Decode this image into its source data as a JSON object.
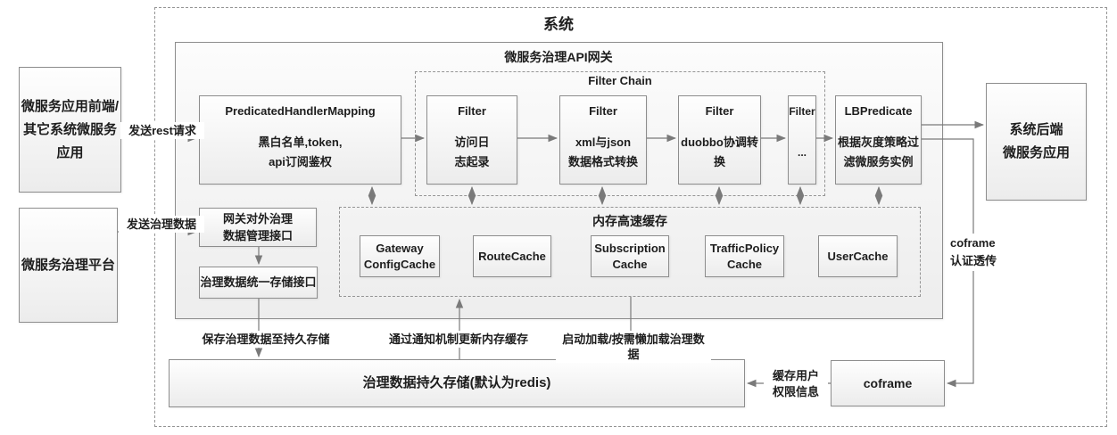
{
  "titles": {
    "system": "系统",
    "gateway": "微服务治理API网关",
    "filter_chain": "Filter Chain",
    "cache": "内存高速缓存"
  },
  "nodes": {
    "frontend_app": {
      "line1": "微服务应用前端/",
      "line2": "其它系统微服务",
      "line3": "应用"
    },
    "governance_platform": {
      "label": "微服务治理平台"
    },
    "backend_app": {
      "line1": "系统后端",
      "line2": "微服务应用"
    },
    "predicated_handler_mapping": {
      "title": "PredicatedHandlerMapping",
      "line1": "黑白名单,token,",
      "line2": "api订阅鉴权"
    },
    "filter1": {
      "title": "Filter",
      "line1": "访问日",
      "line2": "志起录"
    },
    "filter2": {
      "title": "Filter",
      "line1": "xml与json",
      "line2": "数据格式转换"
    },
    "filter3": {
      "title": "Filter",
      "line1": "duobbo协调转",
      "line2": "换"
    },
    "filter4": {
      "title": "Filter",
      "line1": "..."
    },
    "lb_predicate": {
      "title": "LBPredicate",
      "line1": "根据灰度策略过",
      "line2": "滤微服务实例"
    },
    "gateway_admin_api": {
      "line1": "网关对外治理",
      "line2": "数据管理接口"
    },
    "storage_api": {
      "label": "治理数据统一存储接口"
    },
    "cache_gateway_config": {
      "line1": "Gateway",
      "line2": "ConfigCache"
    },
    "cache_route": {
      "label": "RouteCache"
    },
    "cache_subscription": {
      "line1": "Subscription",
      "line2": "Cache"
    },
    "cache_traffic_policy": {
      "line1": "TrafficPolicy",
      "line2": "Cache"
    },
    "cache_user": {
      "label": "UserCache"
    },
    "persistent_storage": {
      "label": "治理数据持久存储(默认为redis)"
    },
    "coframe": {
      "label": "coframe"
    }
  },
  "edge_labels": {
    "send_rest": "发送rest请求",
    "send_governance_data": "发送治理数据",
    "save_to_storage": "保存治理数据至持久存储",
    "notify_update_cache": "通过通知机制更新内存缓存",
    "load_on_start": "启动加载/按需懒加载治理数据",
    "coframe_auth_line1": "coframe",
    "coframe_auth_line2": "认证透传",
    "cache_user_perm_line1": "缓存用户",
    "cache_user_perm_line2": "权限信息"
  },
  "colors": {
    "box_border": "#8d8d8d",
    "dashed_border": "#949494",
    "arrow": "#7a7a7a",
    "text": "#1d1d1d"
  }
}
